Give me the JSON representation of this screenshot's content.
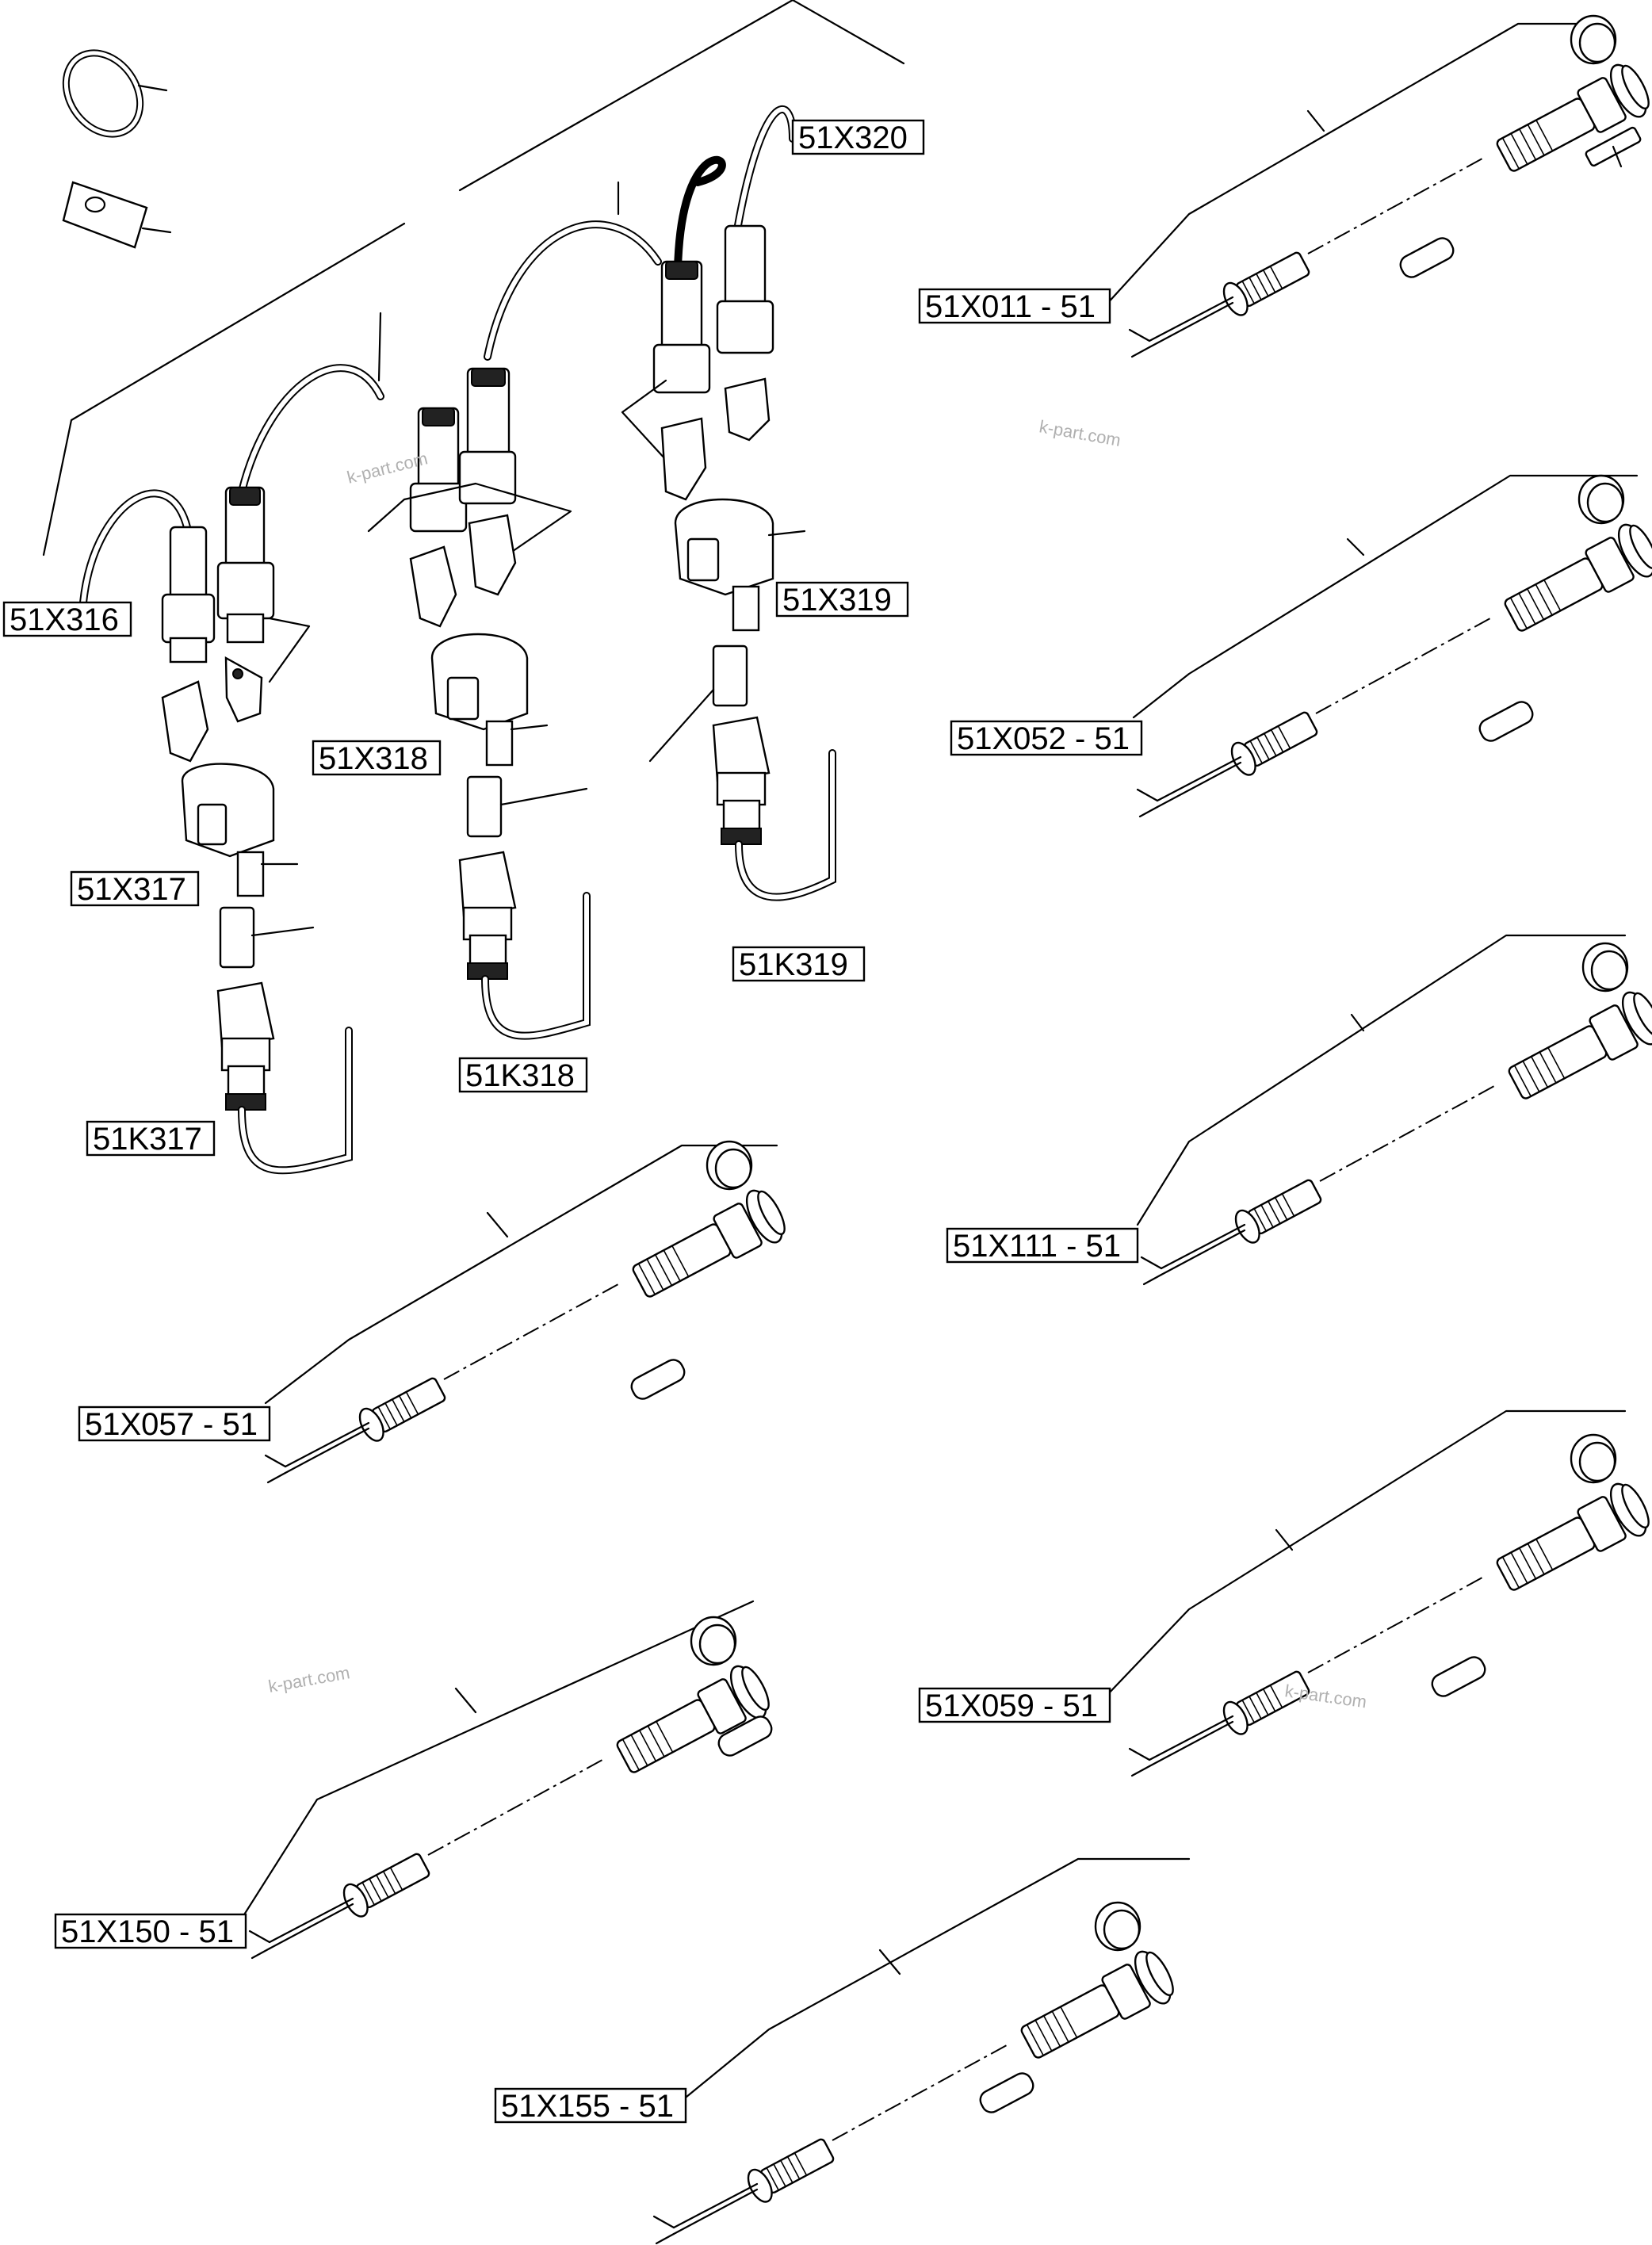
{
  "labels": {
    "x316": "51X316",
    "x317": "51X317",
    "k317": "51K317",
    "x318": "51X318",
    "k318": "51K318",
    "x319": "51X319",
    "k319": "51K319",
    "x320": "51X320",
    "x011": "51X011 - 51",
    "x052": "51X052 - 51",
    "x111": "51X111 - 51",
    "x057": "51X057 - 51",
    "x059": "51X059 - 51",
    "x150": "51X150 - 51",
    "x155": "51X155 - 51"
  },
  "watermark": "k-part.com",
  "colors": {
    "line": "#000000",
    "background": "#ffffff",
    "watermark": "#b0b0b0"
  }
}
